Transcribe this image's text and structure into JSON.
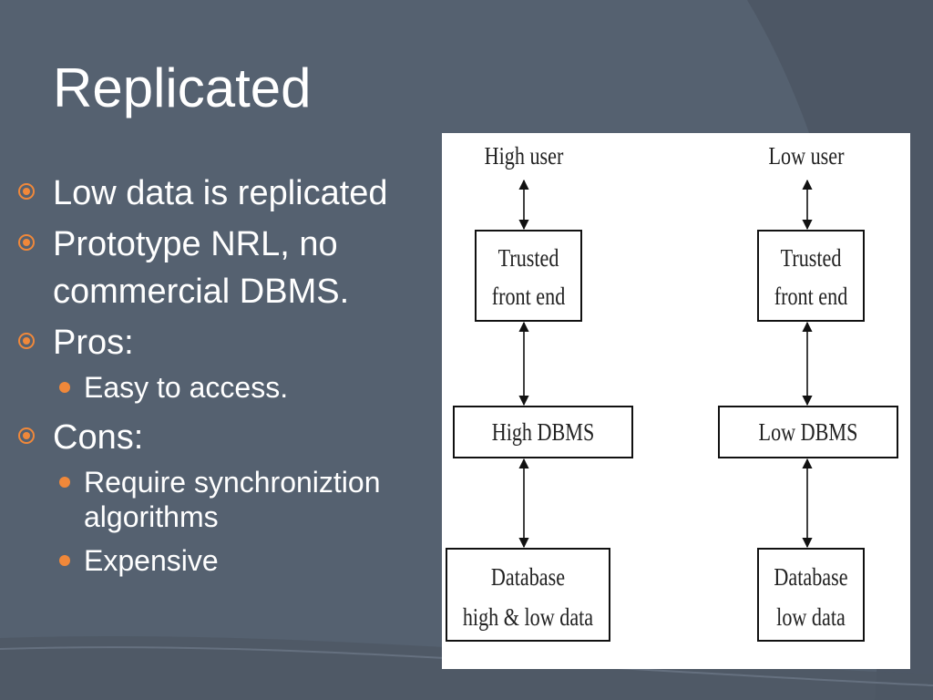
{
  "slide": {
    "title": "Replicated",
    "bullets": {
      "b1": "Low data is replicated",
      "b2_line1": "Prototype NRL, no",
      "b2_line2": "commercial DBMS.",
      "pros": "Pros:",
      "pros_sub": [
        "Easy to access."
      ],
      "cons": "Cons:",
      "cons_sub1_line1": "Require synchroniztion",
      "cons_sub1_line2": "algorithms",
      "cons_sub2": "Expensive"
    }
  },
  "diagram": {
    "left_column": {
      "user": "High user",
      "frontend_line1": "Trusted",
      "frontend_line2": "front end",
      "dbms": "High DBMS",
      "db_line1": "Database",
      "db_line2": "high & low data"
    },
    "right_column": {
      "user": "Low user",
      "frontend_line1": "Trusted",
      "frontend_line2": "front end",
      "dbms": "Low DBMS",
      "db_line1": "Database",
      "db_line2": "low data"
    }
  },
  "colors": {
    "background": "#556170",
    "accent": "#f0883a",
    "text": "#ffffff"
  }
}
